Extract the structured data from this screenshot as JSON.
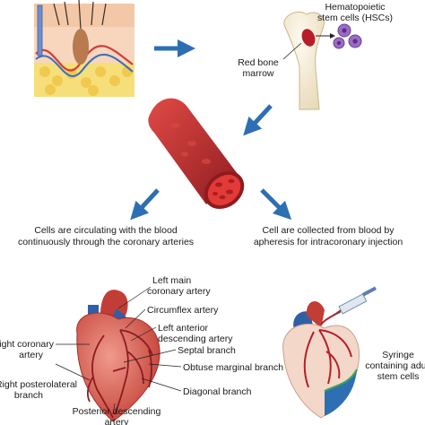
{
  "labels": {
    "hsc_line1": "Hematopoietic",
    "hsc_line2": "stem cells (HSCs)",
    "marrow_line1": "Red bone",
    "marrow_line2": "marrow",
    "circulating_line1": "Cells are circulating with the blood",
    "circulating_line2": "continuously through the coronary arteries",
    "apheresis_line1": "Cell are collected from blood by",
    "apheresis_line2": "apheresis for intracoronary injection",
    "left_main_line1": "Left main",
    "left_main_line2": "coronary artery",
    "circumflex": "Circumflex artery",
    "lad_line1": "Left anterior",
    "lad_line2": "descending artery",
    "right_coronary_line1": "Right coronary",
    "right_coronary_line2": "artery",
    "septal": "Septal branch",
    "obtuse": "Obtuse marginal branch",
    "right_posterolateral_line1": "Right posterolateral",
    "right_posterolateral_line2": "branch",
    "diagonal": "Diagonal branch",
    "posterior_line1": "Posterior descending",
    "posterior_line2": "artery",
    "syringe_line1": "Syringe",
    "syringe_line2": "containing adult",
    "syringe_line3": "stem cells"
  },
  "colors": {
    "arrow": "#2e6fb3",
    "blood": "#c9202a",
    "vessel_outer": "#b3242b",
    "heart": "#d8584a",
    "bone": "#f4ecd8",
    "hsc": "#8a5fb5",
    "aorta_blue": "#2f5fa6"
  }
}
